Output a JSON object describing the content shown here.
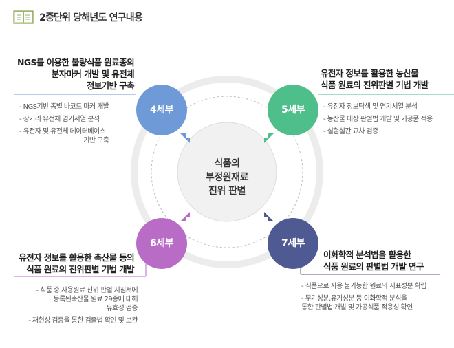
{
  "header": {
    "title": "2중단위 당해년도 연구내용",
    "icon": "book-icon"
  },
  "center": {
    "lines": [
      "식품의",
      "부정원재료",
      "진위 판별"
    ]
  },
  "colors": {
    "q1": "#6f9ad8",
    "q2": "#4ebe8a",
    "q3": "#b96cc6",
    "q4": "#4f5a93"
  },
  "quadrants": [
    {
      "label": "4세부",
      "title_lines": [
        "NGS를 이용한 불량식품 원료종의",
        "분자마커 개발 및 유전체",
        "정보기반 구축"
      ],
      "items": [
        [
          "- NGS기반 종별 바코드 마커 개발"
        ],
        [
          "- 장거리 유전체 염기서열 분석"
        ],
        [
          "- 유전자 및 유전체 데이터베이스",
          "기반 구축"
        ]
      ]
    },
    {
      "label": "5세부",
      "title_lines": [
        "유전자 정보를 활용한 농산물",
        "식품 원료의 진위판별 기법 개발"
      ],
      "items": [
        [
          "- 유전자 정보탐색 및 염기서열 분석"
        ],
        [
          "- 농산물 대상 판별법 개발 및 가공품 적용"
        ],
        [
          "- 실험실간 교차 검증"
        ]
      ]
    },
    {
      "label": "6세부",
      "title_lines": [
        "유전자 정보를 활용한 축산물 등의",
        "식품 원료의 진위판별 기법 개발"
      ],
      "items": [
        [
          "- 식품 중 사용원료 진위 판별 지침서에",
          "등록된축산물 원료 29종에 대해",
          "유효성 검증"
        ],
        [
          "- 재현성 검증을 통한 검출법 확인 및 보완"
        ]
      ]
    },
    {
      "label": "7세부",
      "title_lines": [
        "이화학적 분석법을 활용한",
        "식품 원료의 판별법 개발 연구"
      ],
      "items": [
        [
          "- 식품으로 사용 불가능한 원료의 지표성분 확립"
        ],
        [
          "- 무기성분,유기성분 등 이화학적 분석을",
          "통한 판별법 개발 및 가공식품 적용성 확인"
        ]
      ]
    }
  ]
}
